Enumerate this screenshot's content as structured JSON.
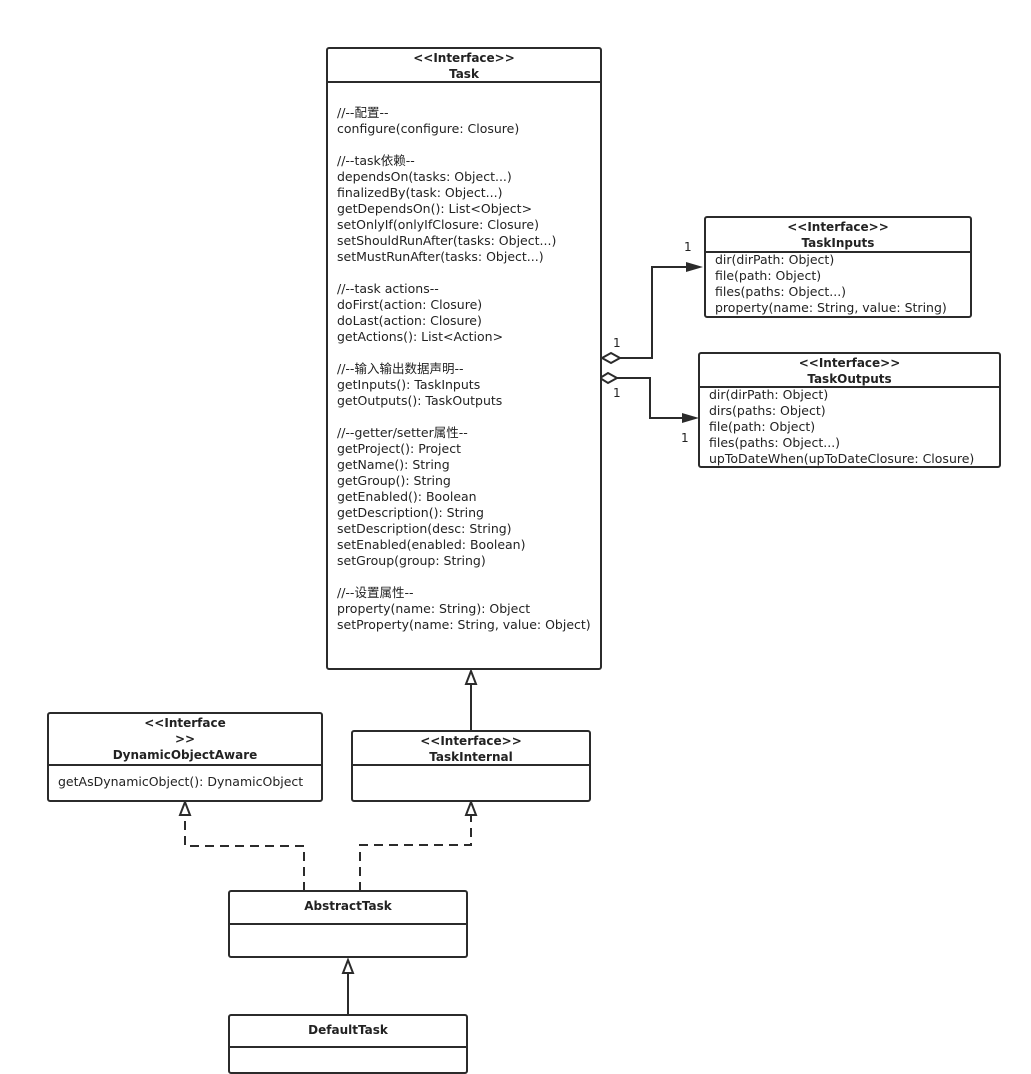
{
  "task": {
    "stereotype": "<<Interface>>",
    "name": "Task",
    "members": [
      "//--配置--",
      "configure(configure: Closure)",
      "",
      "//--task依赖--",
      "dependsOn(tasks: Object...)",
      "finalizedBy(task: Object...)",
      "getDependsOn(): List<Object>",
      "setOnlyIf(onlyIfClosure: Closure)",
      "setShouldRunAfter(tasks: Object...)",
      "setMustRunAfter(tasks: Object...)",
      "",
      "//--task actions--",
      "doFirst(action: Closure)",
      "doLast(action: Closure)",
      "getActions(): List<Action>",
      "",
      "//--输入输出数据声明--",
      "getInputs(): TaskInputs",
      "getOutputs(): TaskOutputs",
      "",
      "//--getter/setter属性--",
      "getProject(): Project",
      "getName(): String",
      "getGroup(): String",
      "getEnabled(): Boolean",
      "getDescription(): String",
      "setDescription(desc: String)",
      "setEnabled(enabled: Boolean)",
      "setGroup(group: String)",
      "",
      "//--设置属性--",
      "property(name: String): Object",
      "setProperty(name: String, value: Object)"
    ]
  },
  "task_inputs": {
    "stereotype": "<<Interface>>",
    "name": "TaskInputs",
    "members": [
      "dir(dirPath: Object)",
      "file(path: Object)",
      "files(paths: Object...)",
      "property(name: String, value: String)"
    ]
  },
  "task_outputs": {
    "stereotype": "<<Interface>>",
    "name": "TaskOutputs",
    "members": [
      "dir(dirPath: Object)",
      "dirs(paths: Object)",
      "file(path: Object)",
      "files(paths: Object...)",
      "upToDateWhen(upToDateClosure: Closure)"
    ]
  },
  "dynamic_object_aware": {
    "stereotype_line1": "<<Interface",
    "stereotype_line2": ">>",
    "name": "DynamicObjectAware",
    "members": [
      "getAsDynamicObject(): DynamicObject"
    ]
  },
  "task_internal": {
    "stereotype": "<<Interface>>",
    "name": "TaskInternal"
  },
  "abstract_task": {
    "name": "AbstractTask"
  },
  "default_task": {
    "name": "DefaultTask"
  },
  "multiplicities": {
    "inputs_source": "1",
    "inputs_target": "1",
    "outputs_source": "1",
    "outputs_target": "1"
  },
  "colors": {
    "line": "#2b2b2b",
    "background": "#ffffff"
  }
}
